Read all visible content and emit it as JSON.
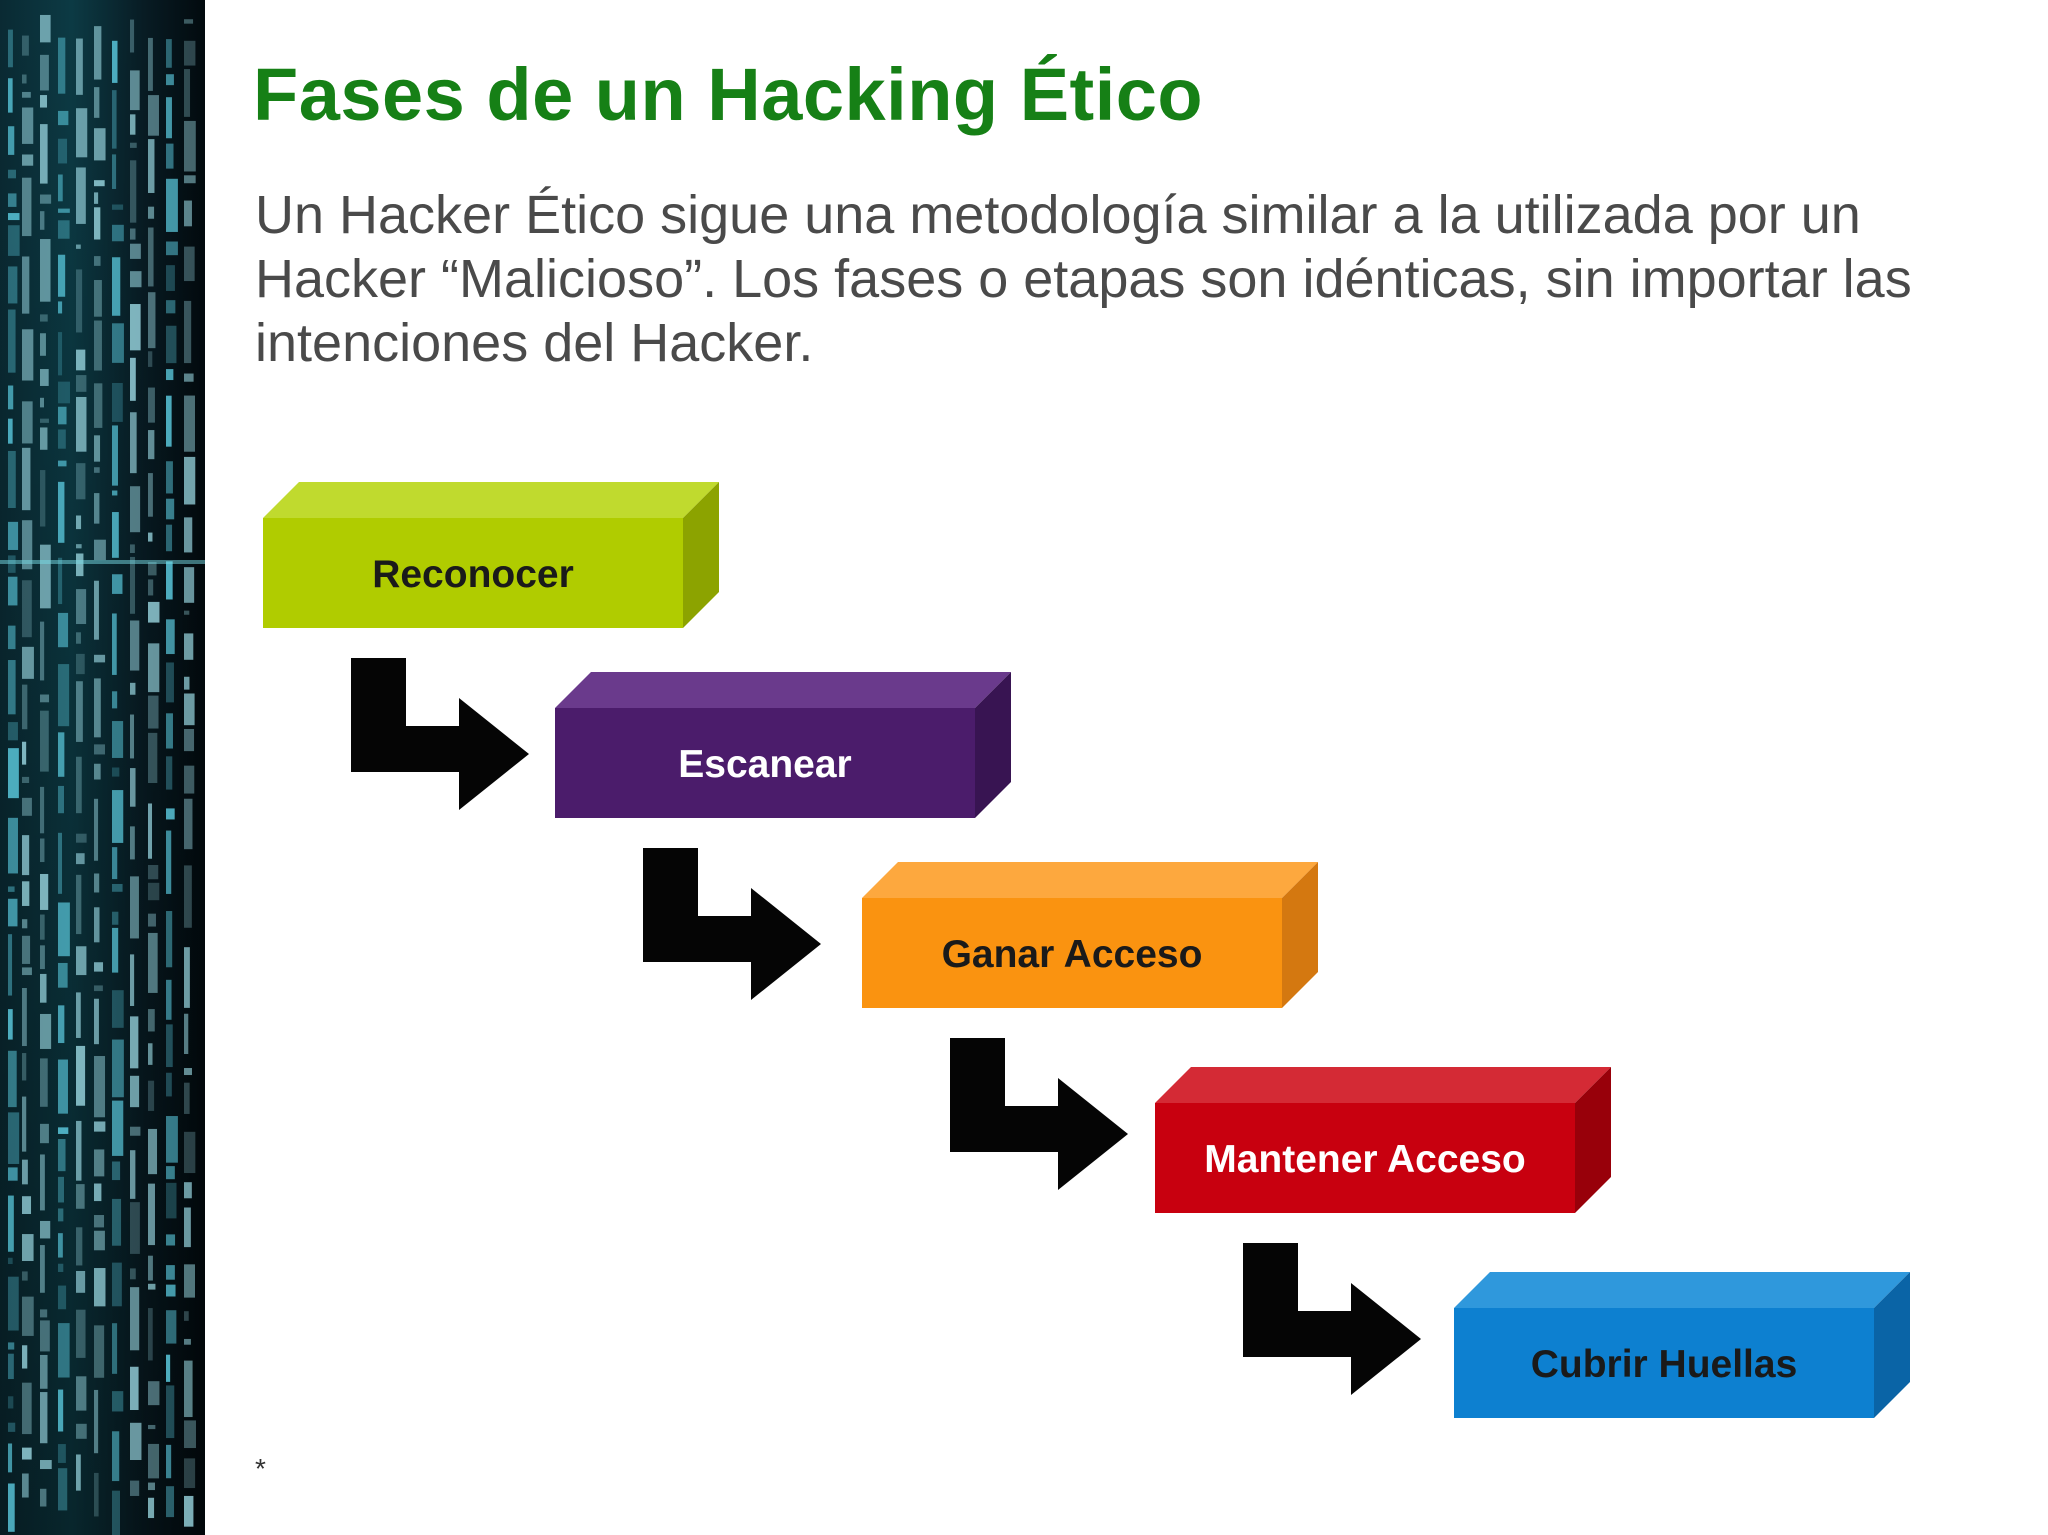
{
  "slide": {
    "title": "Fases de un Hacking Ético",
    "intro": "Un Hacker Ético sigue una metodología similar a la utilizada por un Hacker “Malicioso”. Los fases o etapas son idénticas, sin importar las intenciones del Hacker.",
    "footnote": "*"
  },
  "phases": [
    {
      "label": "Reconocer",
      "front": "#b0cc00",
      "top": "#c0da2e",
      "side": "#8ca300",
      "text_color": "#1a1a1a"
    },
    {
      "label": "Escanear",
      "front": "#4b1c6b",
      "top": "#6a3a8c",
      "side": "#381452",
      "text_color": "#ffffff"
    },
    {
      "label": "Ganar Acceso",
      "front": "#fa9310",
      "top": "#fda83e",
      "side": "#d47810",
      "text_color": "#1a1a1a"
    },
    {
      "label": "Mantener Acceso",
      "front": "#c8000f",
      "top": "#d42a35",
      "side": "#98000a",
      "text_color": "#ffffff"
    },
    {
      "label": "Cubrir Huellas",
      "front": "#0d80d0",
      "top": "#2f98dc",
      "side": "#0a64a6",
      "text_color": "#1a1a1a"
    }
  ],
  "arrow_color": "#050505"
}
